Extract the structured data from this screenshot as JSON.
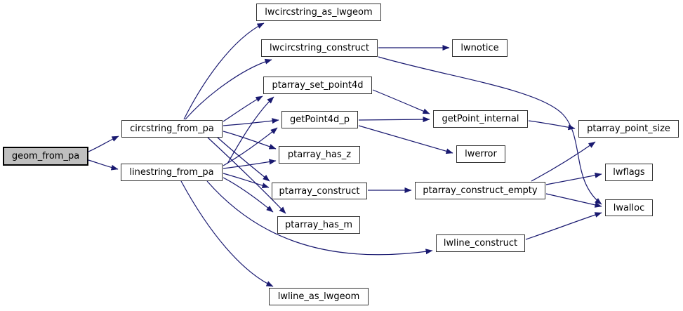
{
  "diagram": {
    "type": "call-graph",
    "colors": {
      "edge": "#191970",
      "node_fill": "#ffffff",
      "node_border": "#333333",
      "highlight_fill": "#bfbfbf",
      "background": "#ffffff"
    }
  },
  "nodes": [
    {
      "id": "geom_from_pa",
      "label": "geom_from_pa",
      "highlighted": true
    },
    {
      "id": "circstring_from_pa",
      "label": "circstring_from_pa",
      "highlighted": false
    },
    {
      "id": "linestring_from_pa",
      "label": "linestring_from_pa",
      "highlighted": false
    },
    {
      "id": "lwcircstring_as_lwgeom",
      "label": "lwcircstring_as_lwgeom",
      "highlighted": false
    },
    {
      "id": "lwcircstring_construct",
      "label": "lwcircstring_construct",
      "highlighted": false
    },
    {
      "id": "lwnotice",
      "label": "lwnotice",
      "highlighted": false
    },
    {
      "id": "ptarray_set_point4d",
      "label": "ptarray_set_point4d",
      "highlighted": false
    },
    {
      "id": "getPoint4d_p",
      "label": "getPoint4d_p",
      "highlighted": false
    },
    {
      "id": "getPoint_internal",
      "label": "getPoint_internal",
      "highlighted": false
    },
    {
      "id": "ptarray_has_z",
      "label": "ptarray_has_z",
      "highlighted": false
    },
    {
      "id": "lwerror",
      "label": "lwerror",
      "highlighted": false
    },
    {
      "id": "ptarray_construct",
      "label": "ptarray_construct",
      "highlighted": false
    },
    {
      "id": "ptarray_construct_empty",
      "label": "ptarray_construct_empty",
      "highlighted": false
    },
    {
      "id": "ptarray_has_m",
      "label": "ptarray_has_m",
      "highlighted": false
    },
    {
      "id": "lwline_construct",
      "label": "lwline_construct",
      "highlighted": false
    },
    {
      "id": "ptarray_point_size",
      "label": "ptarray_point_size",
      "highlighted": false
    },
    {
      "id": "lwflags",
      "label": "lwflags",
      "highlighted": false
    },
    {
      "id": "lwalloc",
      "label": "lwalloc",
      "highlighted": false
    },
    {
      "id": "lwline_as_lwgeom",
      "label": "lwline_as_lwgeom",
      "highlighted": false
    }
  ],
  "edges": [
    {
      "from": "geom_from_pa",
      "to": "circstring_from_pa"
    },
    {
      "from": "geom_from_pa",
      "to": "linestring_from_pa"
    },
    {
      "from": "circstring_from_pa",
      "to": "lwcircstring_as_lwgeom"
    },
    {
      "from": "circstring_from_pa",
      "to": "lwcircstring_construct"
    },
    {
      "from": "circstring_from_pa",
      "to": "ptarray_set_point4d"
    },
    {
      "from": "circstring_from_pa",
      "to": "getPoint4d_p"
    },
    {
      "from": "circstring_from_pa",
      "to": "ptarray_has_z"
    },
    {
      "from": "circstring_from_pa",
      "to": "ptarray_construct"
    },
    {
      "from": "circstring_from_pa",
      "to": "ptarray_has_m"
    },
    {
      "from": "linestring_from_pa",
      "to": "ptarray_set_point4d"
    },
    {
      "from": "linestring_from_pa",
      "to": "getPoint4d_p"
    },
    {
      "from": "linestring_from_pa",
      "to": "ptarray_has_z"
    },
    {
      "from": "linestring_from_pa",
      "to": "ptarray_construct"
    },
    {
      "from": "linestring_from_pa",
      "to": "ptarray_has_m"
    },
    {
      "from": "linestring_from_pa",
      "to": "lwline_construct"
    },
    {
      "from": "linestring_from_pa",
      "to": "lwline_as_lwgeom"
    },
    {
      "from": "lwcircstring_construct",
      "to": "lwnotice"
    },
    {
      "from": "lwcircstring_construct",
      "to": "lwalloc"
    },
    {
      "from": "ptarray_set_point4d",
      "to": "getPoint_internal"
    },
    {
      "from": "getPoint4d_p",
      "to": "getPoint_internal"
    },
    {
      "from": "getPoint4d_p",
      "to": "lwerror"
    },
    {
      "from": "getPoint_internal",
      "to": "ptarray_point_size"
    },
    {
      "from": "ptarray_construct",
      "to": "ptarray_construct_empty"
    },
    {
      "from": "ptarray_construct_empty",
      "to": "ptarray_point_size"
    },
    {
      "from": "ptarray_construct_empty",
      "to": "lwflags"
    },
    {
      "from": "ptarray_construct_empty",
      "to": "lwalloc"
    },
    {
      "from": "lwline_construct",
      "to": "lwalloc"
    }
  ]
}
